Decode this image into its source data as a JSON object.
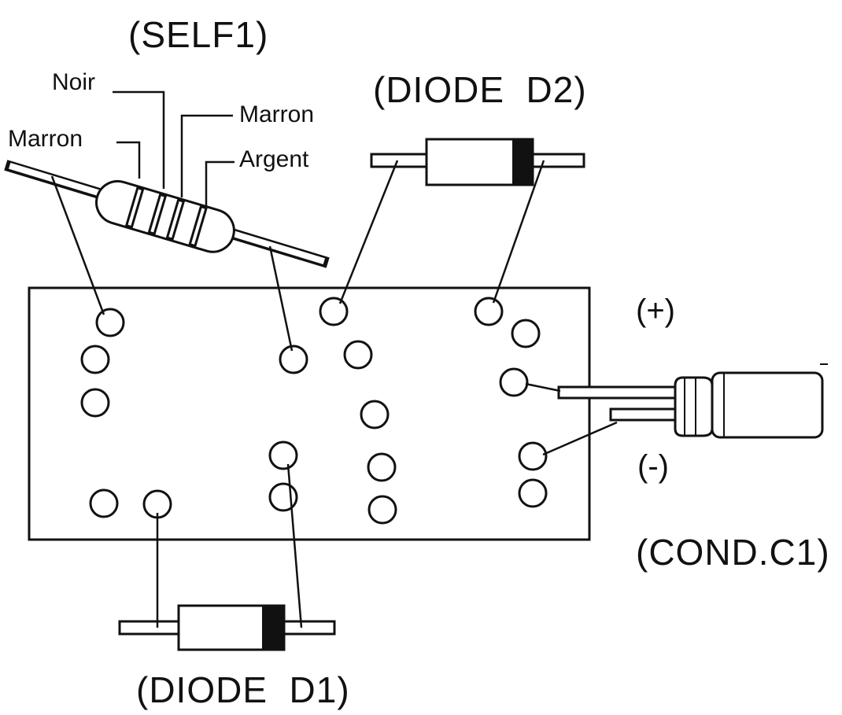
{
  "labels": {
    "self1": "(SELF1)",
    "noir": "Noir",
    "marron_left": "Marron",
    "marron_right": "Marron",
    "argent": "Argent",
    "diode_d2": "(DIODE  D2)",
    "diode_d1": "(DIODE  D1)",
    "plus": "(+)",
    "minus": "(-)",
    "cond_c1": "(COND.C1)"
  },
  "colors": {
    "ink": "#111111",
    "background": "#ffffff",
    "diode_band": "#111111"
  }
}
